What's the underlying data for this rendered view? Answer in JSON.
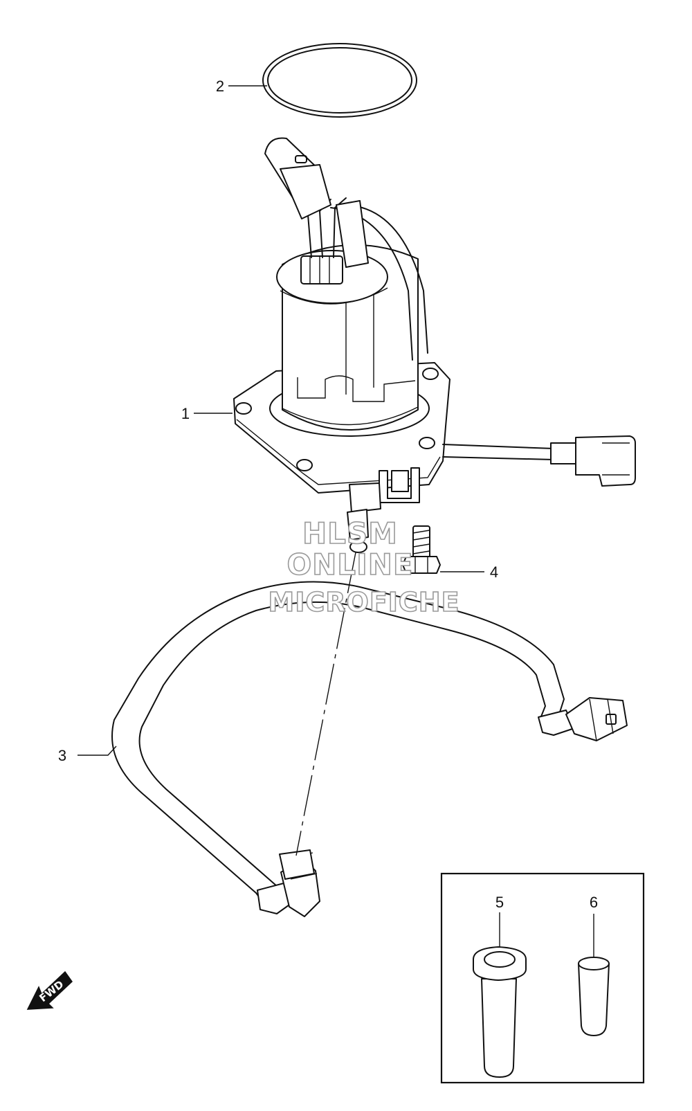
{
  "callouts": {
    "c1": "1",
    "c2": "2",
    "c3": "3",
    "c4": "4",
    "c5": "5",
    "c6": "6"
  },
  "watermark": {
    "line1": "HLSM",
    "line2": "ONLINE",
    "line3": "MICROFICHE"
  },
  "fwd_label": "FWD"
}
